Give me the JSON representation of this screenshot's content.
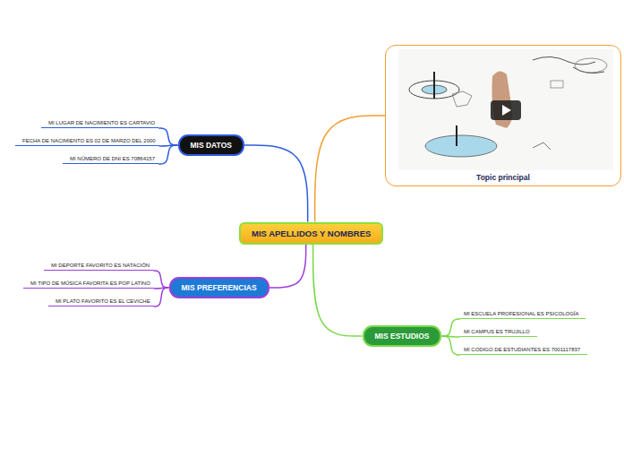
{
  "diagram": {
    "nodes": [
      {
        "text": [
          "MIS APELLIDOS Y NOMBRES"
        ]
      },
      {
        "text": [
          "Topic principal"
        ]
      },
      {
        "text": [
          "MIS DATOS"
        ]
      },
      {
        "text": [
          "MI LUGAR DE NACIMIENTO ES CARTAVIO"
        ]
      },
      {
        "text": [
          "FECHA DE NACIMIENTO ES 02 DE MARZO DEL 2000"
        ]
      },
      {
        "text": [
          "MI NÚMERO DE DNI ES 70864157"
        ]
      },
      {
        "text": [
          "MIS PREFERENCIAS"
        ]
      },
      {
        "text": [
          "MI DEPORTE FAVORITO ES NATACIÓN"
        ]
      },
      {
        "text": [
          "MI TIPO DE MÚSICA FAVORITA ES POP LATINO"
        ]
      },
      {
        "text": [
          "MI PLATO FAVORITO ES EL CEVICHE"
        ]
      },
      {
        "text": [
          "MIS ESTUDIOS"
        ]
      },
      {
        "text": [
          "MI ESCUELA PROFESIONAL ES PSICOLOGÍA"
        ]
      },
      {
        "text": [
          "MI CAMPUS ES TRUJILLO"
        ]
      },
      {
        "text": [
          "MI CODIGO DE ESTUDIANTES ES 7001117837"
        ]
      }
    ],
    "edges": [
      {
        "from": 0,
        "to": 1,
        "arrow": "none"
      },
      {
        "from": 0,
        "to": 2,
        "arrow": "none"
      },
      {
        "from": 2,
        "to": 3,
        "arrow": "none"
      },
      {
        "from": 2,
        "to": 4,
        "arrow": "none"
      },
      {
        "from": 2,
        "to": 5,
        "arrow": "none"
      },
      {
        "from": 0,
        "to": 6,
        "arrow": "none"
      },
      {
        "from": 6,
        "to": 7,
        "arrow": "none"
      },
      {
        "from": 6,
        "to": 8,
        "arrow": "none"
      },
      {
        "from": 6,
        "to": 9,
        "arrow": "none"
      },
      {
        "from": 0,
        "to": 10,
        "arrow": "none"
      },
      {
        "from": 10,
        "to": 11,
        "arrow": "none"
      },
      {
        "from": 10,
        "to": 12,
        "arrow": "none"
      },
      {
        "from": 10,
        "to": 13,
        "arrow": "none"
      }
    ]
  }
}
